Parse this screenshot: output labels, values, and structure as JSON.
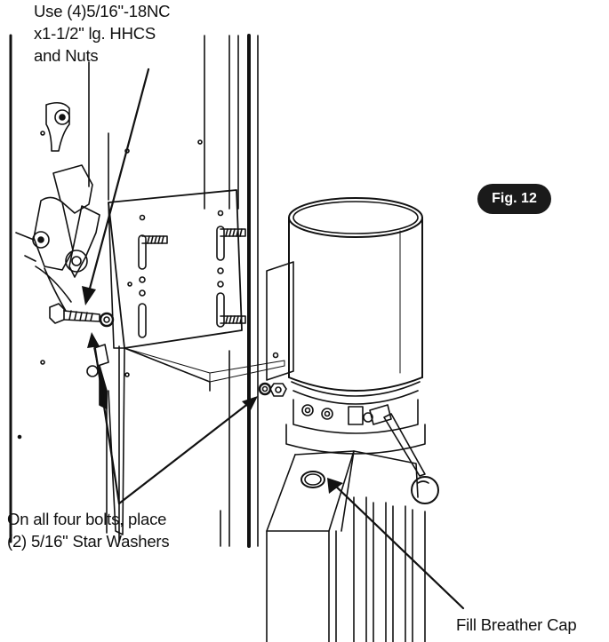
{
  "figure_label": "Fig. 12",
  "callouts": {
    "bolts": {
      "line1": "Use (4)5/16\"-18NC",
      "line2": "x1-1/2\" lg. HHCS",
      "line3": "and Nuts"
    },
    "washers": {
      "line1": "On all four bolts, place",
      "line2": "(2) 5/16\" Star Washers"
    },
    "breather": {
      "text": "Fill Breather Cap"
    }
  },
  "colors": {
    "line": "#111111",
    "badge_background": "#1a1a1a",
    "badge_text": "#ffffff",
    "background": "#ffffff"
  }
}
